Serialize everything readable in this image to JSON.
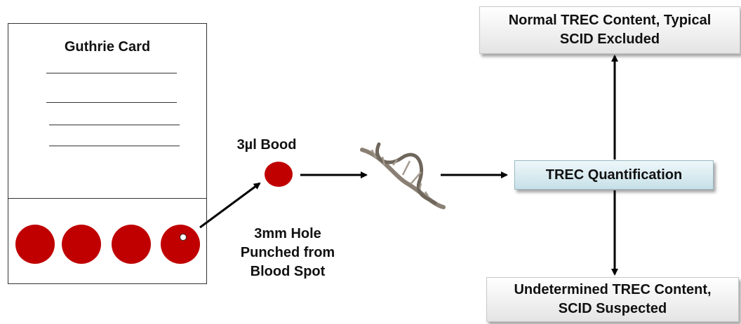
{
  "card": {
    "title": "Guthrie Card"
  },
  "blood": {
    "volume_label": "3µl Bood",
    "punch_label": "3mm Hole Punched from Blood Spot"
  },
  "process": {
    "quantification_label": "TREC Quantification"
  },
  "outcomes": {
    "normal": "Normal TREC Content, Typical SCID Excluded",
    "abnormal": "Undetermined TREC Content, SCID Suspected"
  },
  "colors": {
    "blood": "#c00000",
    "trec_box": "#d8ecf1",
    "outcome_box": "#eeeeee"
  },
  "icons": {
    "dna": "dna-helix-icon"
  }
}
